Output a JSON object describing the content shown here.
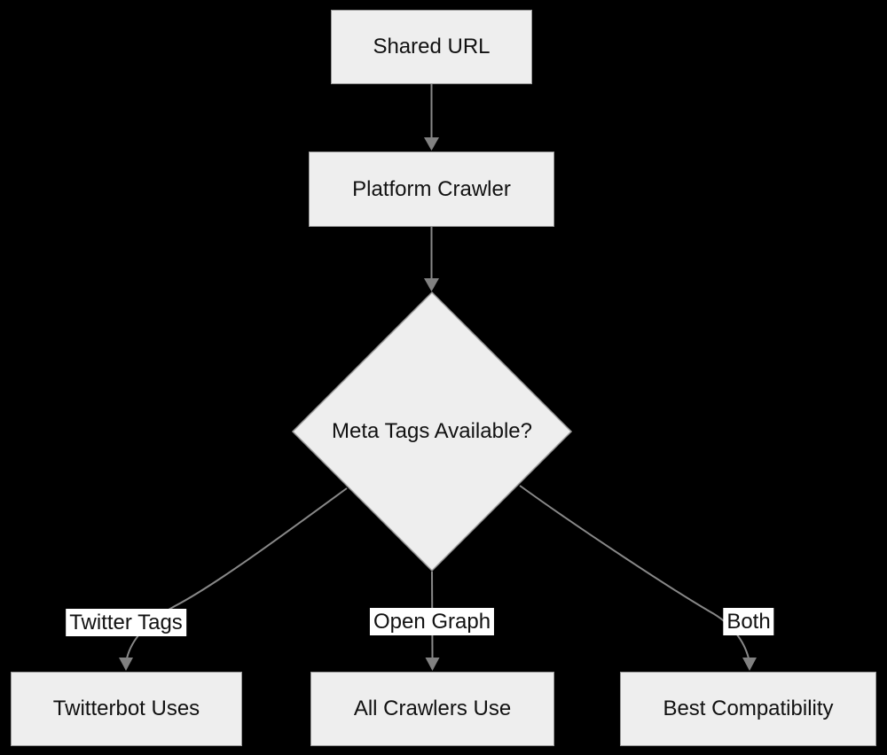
{
  "diagram": {
    "type": "flowchart",
    "direction": "top-down",
    "colors": {
      "background": "#000000",
      "node_fill": "#eeeeee",
      "node_border": "#999999",
      "edge_stroke": "#888888",
      "edge_label_background": "#ffffff",
      "text": "#111111"
    },
    "nodes": {
      "shared_url": {
        "label": "Shared URL",
        "shape": "rectangle"
      },
      "platform_crawler": {
        "label": "Platform Crawler",
        "shape": "rectangle"
      },
      "meta_tags_decision": {
        "label": "Meta Tags Available?",
        "shape": "diamond"
      },
      "twitterbot_uses": {
        "label": "Twitterbot Uses",
        "shape": "rectangle"
      },
      "all_crawlers_use": {
        "label": "All Crawlers Use",
        "shape": "rectangle"
      },
      "best_compatibility": {
        "label": "Best Compatibility",
        "shape": "rectangle"
      }
    },
    "edges": [
      {
        "from": "Shared URL",
        "to": "Platform Crawler",
        "label": ""
      },
      {
        "from": "Platform Crawler",
        "to": "Meta Tags Available?",
        "label": ""
      },
      {
        "from": "Meta Tags Available?",
        "to": "Twitterbot Uses",
        "label": "Twitter Tags"
      },
      {
        "from": "Meta Tags Available?",
        "to": "All Crawlers Use",
        "label": "Open Graph"
      },
      {
        "from": "Meta Tags Available?",
        "to": "Best Compatibility",
        "label": "Both"
      }
    ]
  }
}
